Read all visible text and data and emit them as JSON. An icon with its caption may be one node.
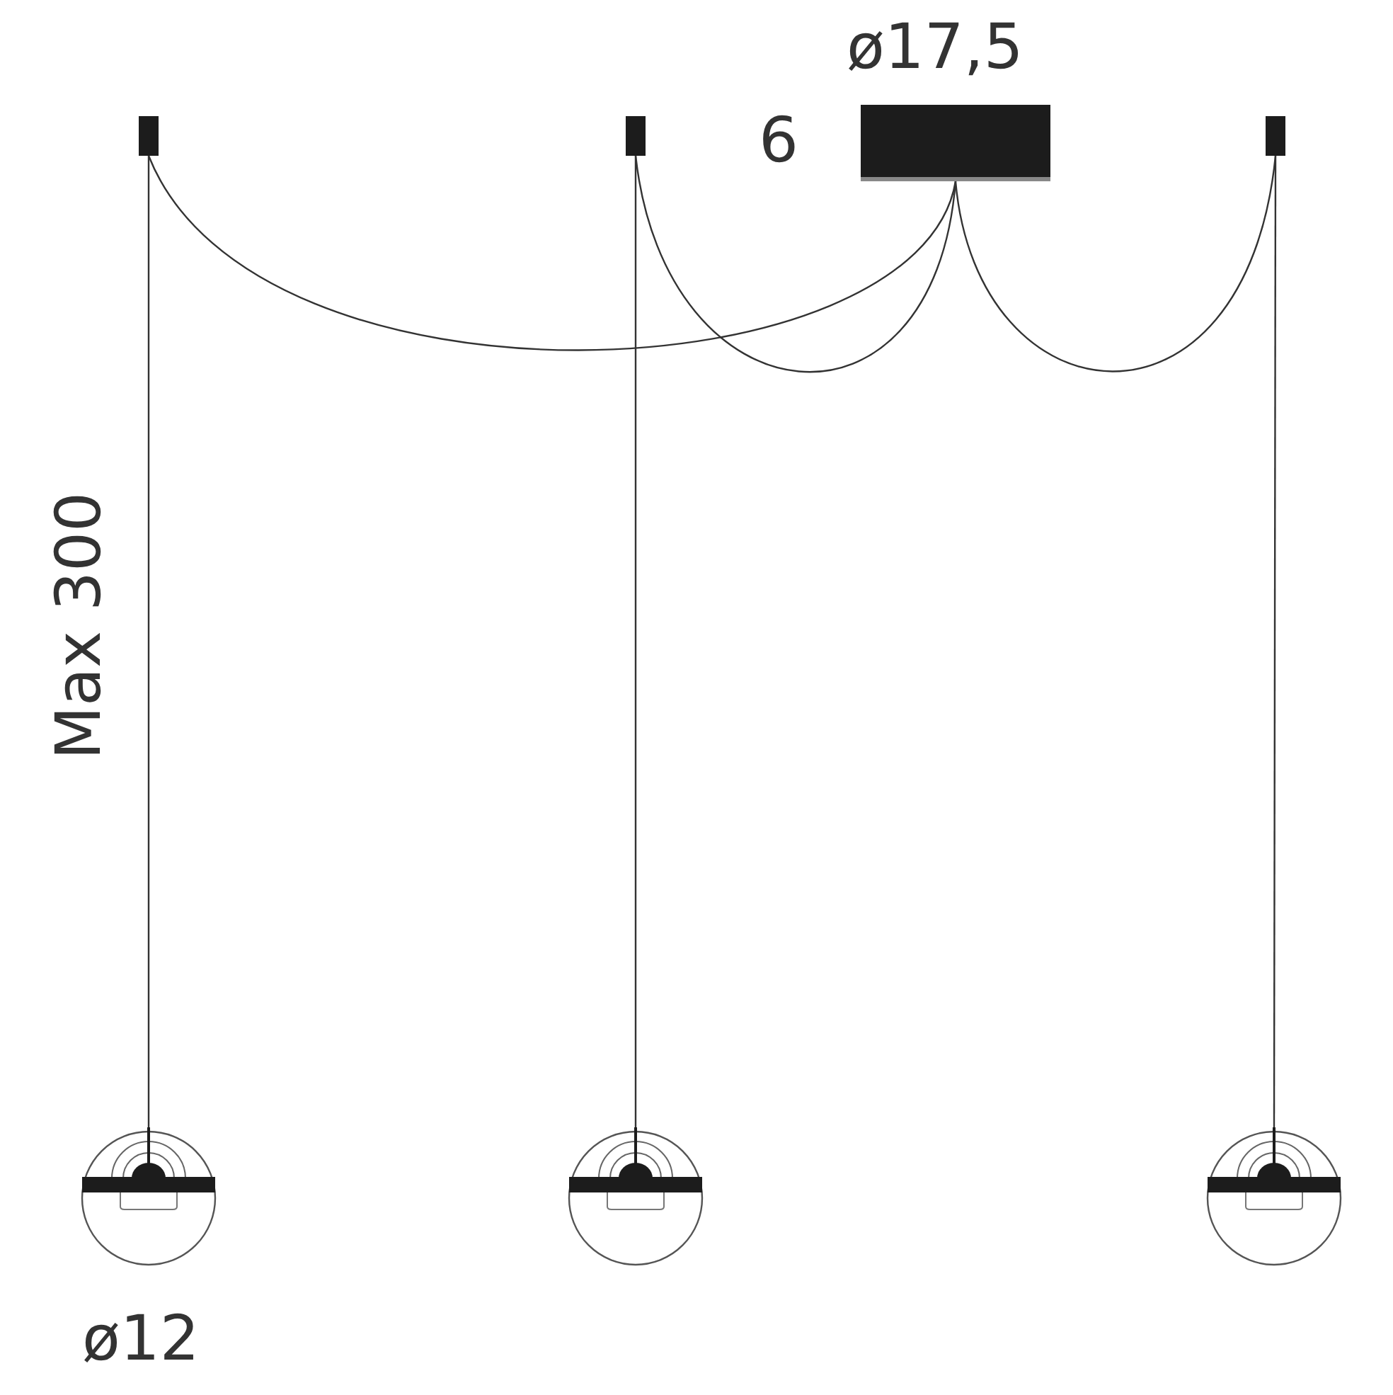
{
  "diagram": {
    "nodes": [
      {
        "text": [],
        "shape": "box"
      },
      {
        "text": [],
        "shape": "box"
      },
      {
        "text": [],
        "shape": "box"
      },
      {
        "text": [],
        "shape": "box"
      },
      {
        "text": [],
        "shape": "picture"
      },
      {
        "text": [],
        "shape": "picture"
      },
      {
        "text": [],
        "shape": "picture"
      }
    ],
    "edges": [
      {
        "from": 2,
        "to": 0,
        "arrow": "none"
      },
      {
        "from": 2,
        "to": 1,
        "arrow": "none"
      },
      {
        "from": 2,
        "to": 3,
        "arrow": "none"
      },
      {
        "from": 0,
        "to": 4,
        "arrow": "none"
      },
      {
        "from": 1,
        "to": 5,
        "arrow": "none"
      },
      {
        "from": 3,
        "to": 6,
        "arrow": "none"
      }
    ],
    "labels": [
      "ø17,5",
      "6",
      "Max 300",
      "ø12"
    ]
  }
}
